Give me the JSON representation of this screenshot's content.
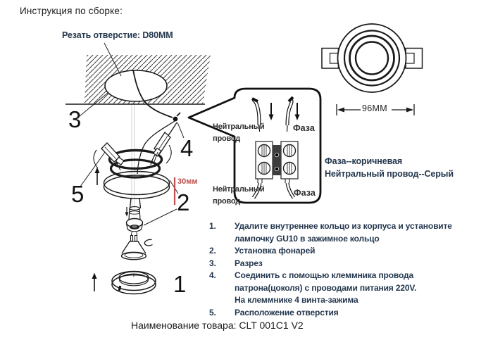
{
  "page": {
    "title": "Инструкция по сборке:",
    "product_name": "Наименование товара: CLT 001C1 V2"
  },
  "diagram": {
    "cut_hole_label": "Резать отверстие:  D80MM",
    "depth_label": "30мм",
    "part_numbers": {
      "n1": "1",
      "n2": "2",
      "n3": "3",
      "n4": "4",
      "n5": "5"
    },
    "colors": {
      "accent_red": "#c0504d",
      "line": "#1a1a1a",
      "text_navy": "#24374e"
    }
  },
  "top_view": {
    "diameter_label": "96MM"
  },
  "wiring_callout": {
    "neutral_top": {
      "line1": "Нейтральный",
      "line2": "провод"
    },
    "phase_top": "Фаза",
    "neutral_bottom": {
      "line1": "Нейтральный",
      "line2": "провод"
    },
    "phase_bottom": "Фаза"
  },
  "wire_colors": {
    "phase": "Фаза--коричневая",
    "neutral": "Нейтральный провод--Серый"
  },
  "instructions": {
    "items": [
      {
        "num": "1.",
        "lines": [
          "Удалите внутреннее кольцо из корпуса и установите",
          "лампочку GU10 в зажимное кольцо"
        ]
      },
      {
        "num": "2.",
        "lines": [
          "Установка фонарей"
        ]
      },
      {
        "num": "3.",
        "lines": [
          "Разрез"
        ]
      },
      {
        "num": "4.",
        "lines": [
          "Соединить с помощью клеммника провода",
          "патрона(цоколя) с проводами питания 220V.",
          "На клеммнике 4 винта-зажима"
        ]
      },
      {
        "num": "5.",
        "lines": [
          "Расположение отверстия"
        ]
      }
    ]
  }
}
